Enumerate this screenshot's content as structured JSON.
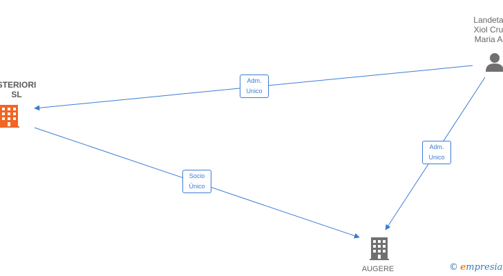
{
  "nodes": {
    "company_left": {
      "line1": "STERIORI",
      "line2": "SL",
      "icon": "building-icon",
      "color": "#f26522"
    },
    "company_bottom": {
      "line1": "AUGERE",
      "icon": "building-icon",
      "color": "#707070"
    },
    "person_right": {
      "line1": "Landeta",
      "line2": "Xiol Cru",
      "line3": "Maria A",
      "icon": "person-icon",
      "color": "#707070"
    }
  },
  "edges": [
    {
      "from": "person_right",
      "to": "company_left",
      "label1": "Adm.",
      "label2": "Unico"
    },
    {
      "from": "company_left",
      "to": "company_bottom",
      "label1": "Socio",
      "label2": "Único"
    },
    {
      "from": "person_right",
      "to": "company_bottom",
      "label1": "Adm.",
      "label2": "Unico"
    }
  ],
  "edge_color": "#3a7bd5",
  "brand": {
    "copyright": "©",
    "e": "e",
    "rest": "mpresia"
  }
}
